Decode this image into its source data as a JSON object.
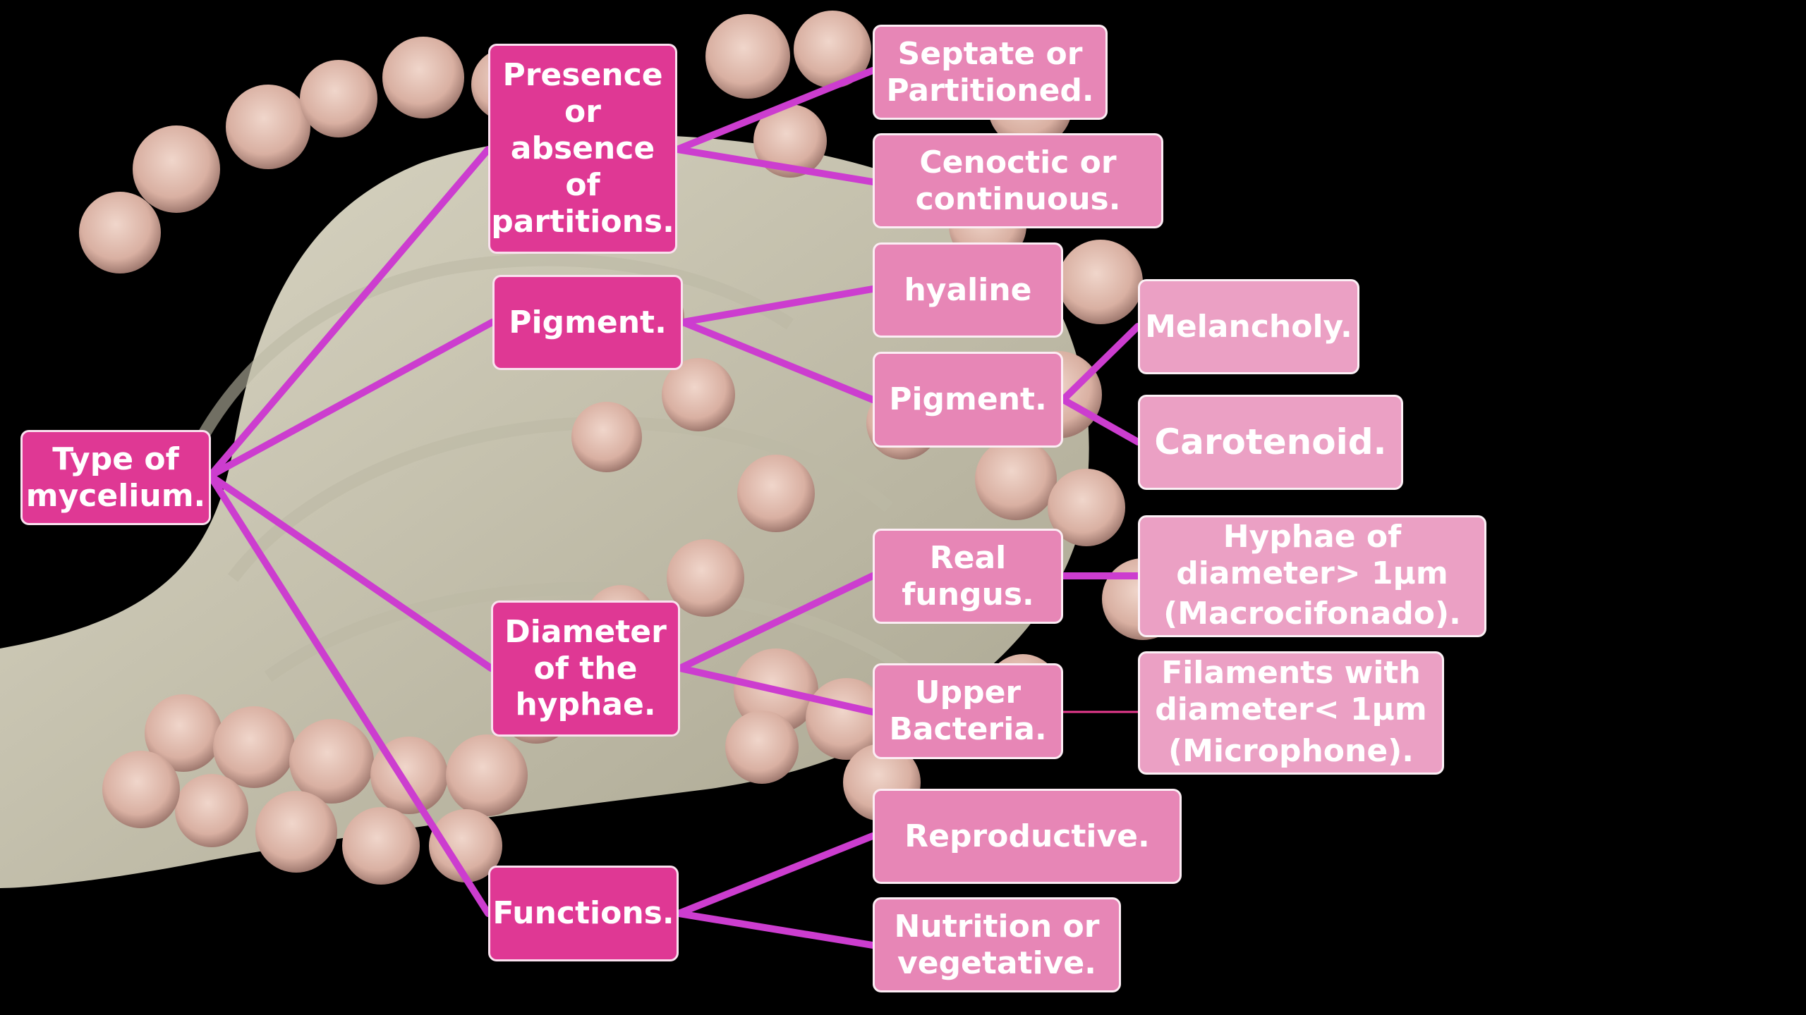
{
  "colors": {
    "background": "#000000",
    "connector": "#cc3dcf",
    "level1_fill": "#df3894",
    "level2_fill": "#e786b6",
    "level3_fill": "#eba0c4",
    "photo_spores": "#e6c4b6",
    "photo_stalk": "#cfcbb7"
  },
  "root": {
    "label": "Type of\nmycelium."
  },
  "categories": {
    "partitions": {
      "label": "Presence\nor\nabsence\nof\npartitions."
    },
    "pigment": {
      "label": "Pigment."
    },
    "diameter": {
      "label": "Diameter\nof the\nhyphae."
    },
    "functions": {
      "label": "Functions."
    }
  },
  "options": {
    "septate": {
      "label": "Septate or\nPartitioned."
    },
    "cenoctic": {
      "label": "Cenoctic or\ncontinuous."
    },
    "hyaline": {
      "label": "hyaline"
    },
    "pigment_sub": {
      "label": "Pigment."
    },
    "real_fungus": {
      "label": "Real\nfungus."
    },
    "upper_bacteria": {
      "label": "Upper\nBacteria."
    },
    "reproductive": {
      "label": "Reproductive."
    },
    "nutrition": {
      "label": "Nutrition or\nvegetative."
    }
  },
  "details": {
    "melancholy": {
      "label": "Melancholy."
    },
    "carotenoid": {
      "label": "Carotenoid."
    },
    "hyphae_diameter": {
      "line1": "Hyphae of\ndiameter> 1μm",
      "line2": "(Macrocifonado)."
    },
    "filaments": {
      "line1": "Filaments with\ndiameter< 1μm",
      "line2": "(Microphone)."
    }
  }
}
